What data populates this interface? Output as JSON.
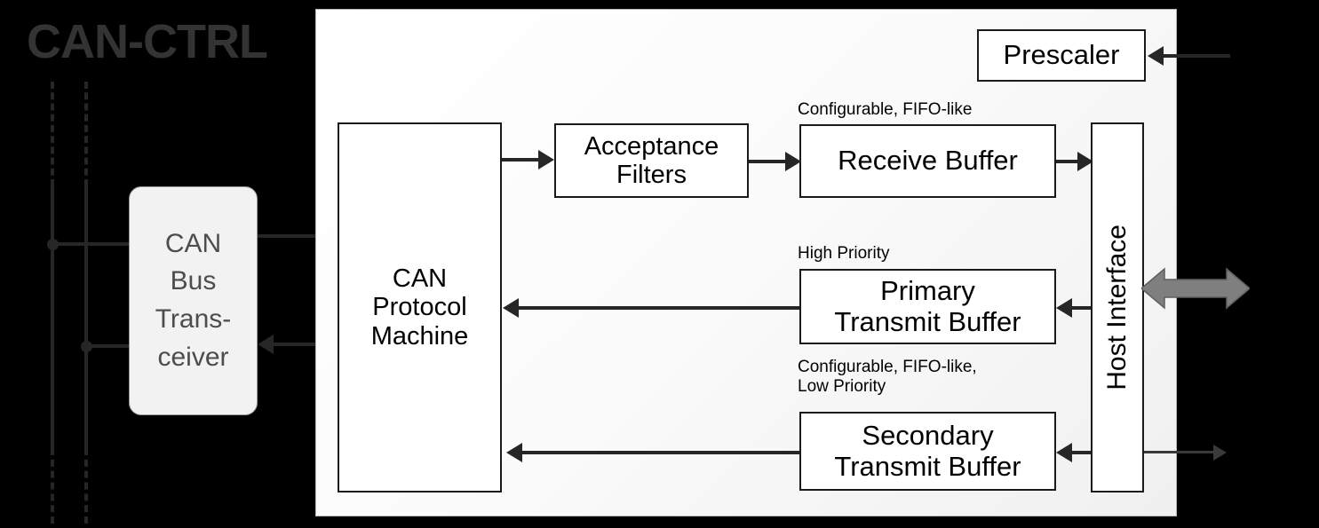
{
  "diagram": {
    "title": "CAN-CTRL",
    "background_color": "#000000",
    "panel_fill": "#ffffff",
    "accent_color": "#262626",
    "host_bus_arrow_color": "#7f7f7f",
    "transceiver_fill": "#f2f2f2"
  },
  "blocks": {
    "prescaler": {
      "label": "Prescaler"
    },
    "protocol_machine": {
      "label": "CAN\nProtocol\nMachine"
    },
    "acceptance_filters": {
      "label": "Acceptance\nFilters"
    },
    "receive_buffer": {
      "label": "Receive Buffer"
    },
    "primary_transmit_buffer": {
      "label": "Primary\nTransmit Buffer"
    },
    "secondary_transmit_buffer": {
      "label": "Secondary\nTransmit Buffer"
    },
    "host_interface": {
      "label": "Host Interface"
    },
    "transceiver": {
      "label": "CAN\nBus\nTrans-\nceiver"
    }
  },
  "captions": {
    "receive_buffer": "Configurable, FIFO-like",
    "primary_transmit_buffer": "High Priority",
    "secondary_transmit_buffer": "Configurable, FIFO-like,\nLow Priority"
  },
  "connections": [
    {
      "name": "bus-to-transceiver-high",
      "from": "can-bus-line-1",
      "to": "transceiver",
      "style": "solid"
    },
    {
      "name": "bus-to-transceiver-low",
      "from": "can-bus-line-2",
      "to": "transceiver",
      "style": "solid"
    },
    {
      "name": "transceiver-to-protocol-machine",
      "from": "transceiver",
      "to": "protocol_machine",
      "direction": "right"
    },
    {
      "name": "protocol-machine-to-transceiver",
      "from": "protocol_machine",
      "to": "transceiver",
      "direction": "left"
    },
    {
      "name": "protocol-machine-to-acceptance-filters",
      "from": "protocol_machine",
      "to": "acceptance_filters",
      "direction": "right"
    },
    {
      "name": "acceptance-filters-to-receive-buffer",
      "from": "acceptance_filters",
      "to": "receive_buffer",
      "direction": "right"
    },
    {
      "name": "receive-buffer-to-host-interface",
      "from": "receive_buffer",
      "to": "host_interface",
      "direction": "right"
    },
    {
      "name": "primary-transmit-buffer-to-protocol-machine",
      "from": "primary_transmit_buffer",
      "to": "protocol_machine",
      "direction": "left"
    },
    {
      "name": "host-interface-to-primary-transmit-buffer",
      "from": "host_interface",
      "to": "primary_transmit_buffer",
      "direction": "left"
    },
    {
      "name": "secondary-transmit-buffer-to-protocol-machine",
      "from": "secondary_transmit_buffer",
      "to": "protocol_machine",
      "direction": "left"
    },
    {
      "name": "host-interface-to-secondary-transmit-buffer",
      "from": "host_interface",
      "to": "secondary_transmit_buffer",
      "direction": "left"
    },
    {
      "name": "external-clock-to-prescaler",
      "from": "external",
      "to": "prescaler",
      "direction": "left"
    },
    {
      "name": "host-interface-external-bus",
      "from": "host_interface",
      "to": "external",
      "direction": "bidirectional",
      "style": "thick-gray"
    },
    {
      "name": "host-interface-external-irq",
      "from": "host_interface",
      "to": "external",
      "direction": "right",
      "style": "thin"
    }
  ]
}
